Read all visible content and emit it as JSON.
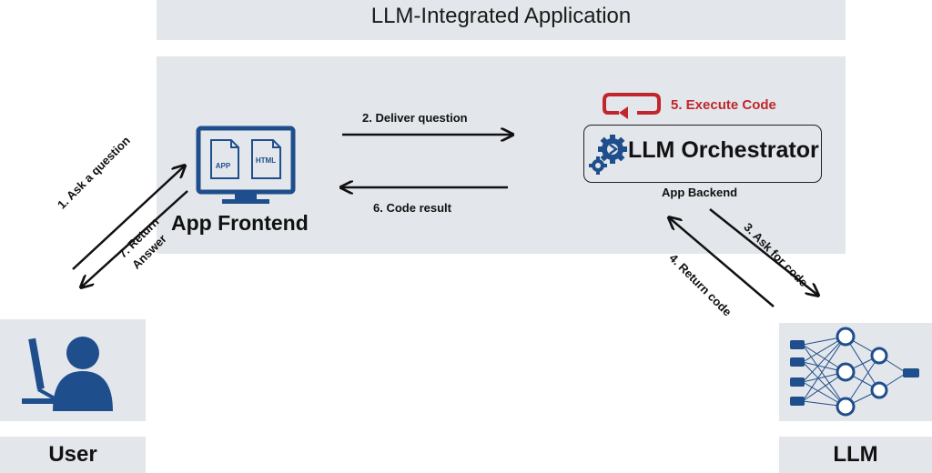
{
  "header": {
    "title": "LLM-Integrated Application"
  },
  "frontend": {
    "label": "App Frontend",
    "doc1": "APP",
    "doc2": "HTML"
  },
  "backend": {
    "orchestrator_label": "LLM Orchestrator",
    "backend_label": "App Backend",
    "execute_label": "5. Execute Code",
    "execute_color": "#c0272d"
  },
  "user": {
    "label": "User"
  },
  "llm": {
    "label": "LLM"
  },
  "steps": {
    "ask_question": "1. Ask a question",
    "deliver_question": "2. Deliver question",
    "ask_for_code": "3. Ask for code",
    "return_code": "4. Return code",
    "code_result": "6. Code result",
    "return_answer_line1": "7. Return",
    "return_answer_line2": "Answer"
  },
  "colors": {
    "accent": "#1f4e8c",
    "panel": "#e3e6ea",
    "arrow": "#111111"
  }
}
